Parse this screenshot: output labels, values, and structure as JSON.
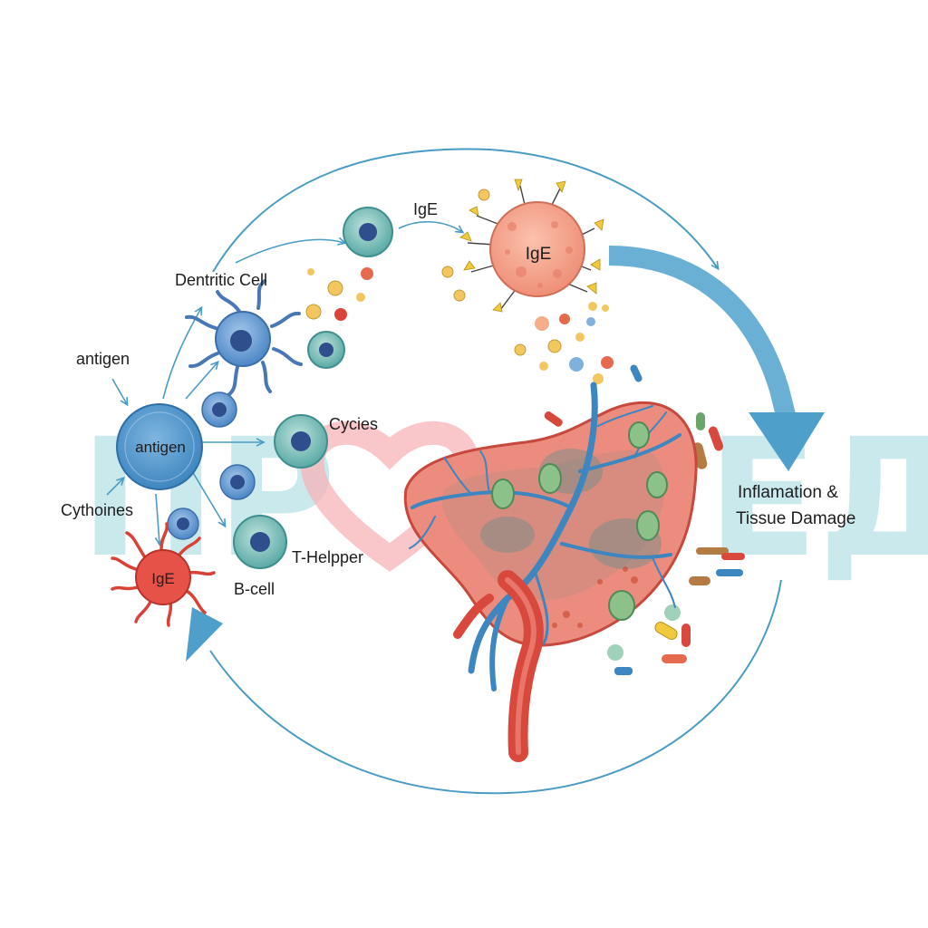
{
  "labels": {
    "antigen_top": "antigen",
    "antigen_cell": "antigen",
    "cythoines": "Cythoines",
    "dentritic_cell": "Dentritic Cell",
    "cycies": "Cycies",
    "t_helpper": "T-Helpper",
    "b_cell": "B-cell",
    "ige_red_cell": "IgE",
    "ige_arrow": "IgE",
    "ige_mast_cell": "IgE",
    "inflammation_line1": "Inflamation &",
    "inflammation_line2": "Tissue Damage"
  },
  "watermark": {
    "left": "ПР",
    "right": "ЕД"
  },
  "colors": {
    "cycle_arrow": "#4a9cc4",
    "big_arrow": "#4e9fc9",
    "antigen_cell": "#4f94c8",
    "dendritic_cell": "#6b93c9",
    "red_cell": "#e0473c",
    "mast_cell": "#f4a38d",
    "heart": "#f7b3b8",
    "watermark": "#9fd8e0",
    "tissue": "#e7776c",
    "vessel": "#3d86bf",
    "artery": "#d9483d"
  }
}
